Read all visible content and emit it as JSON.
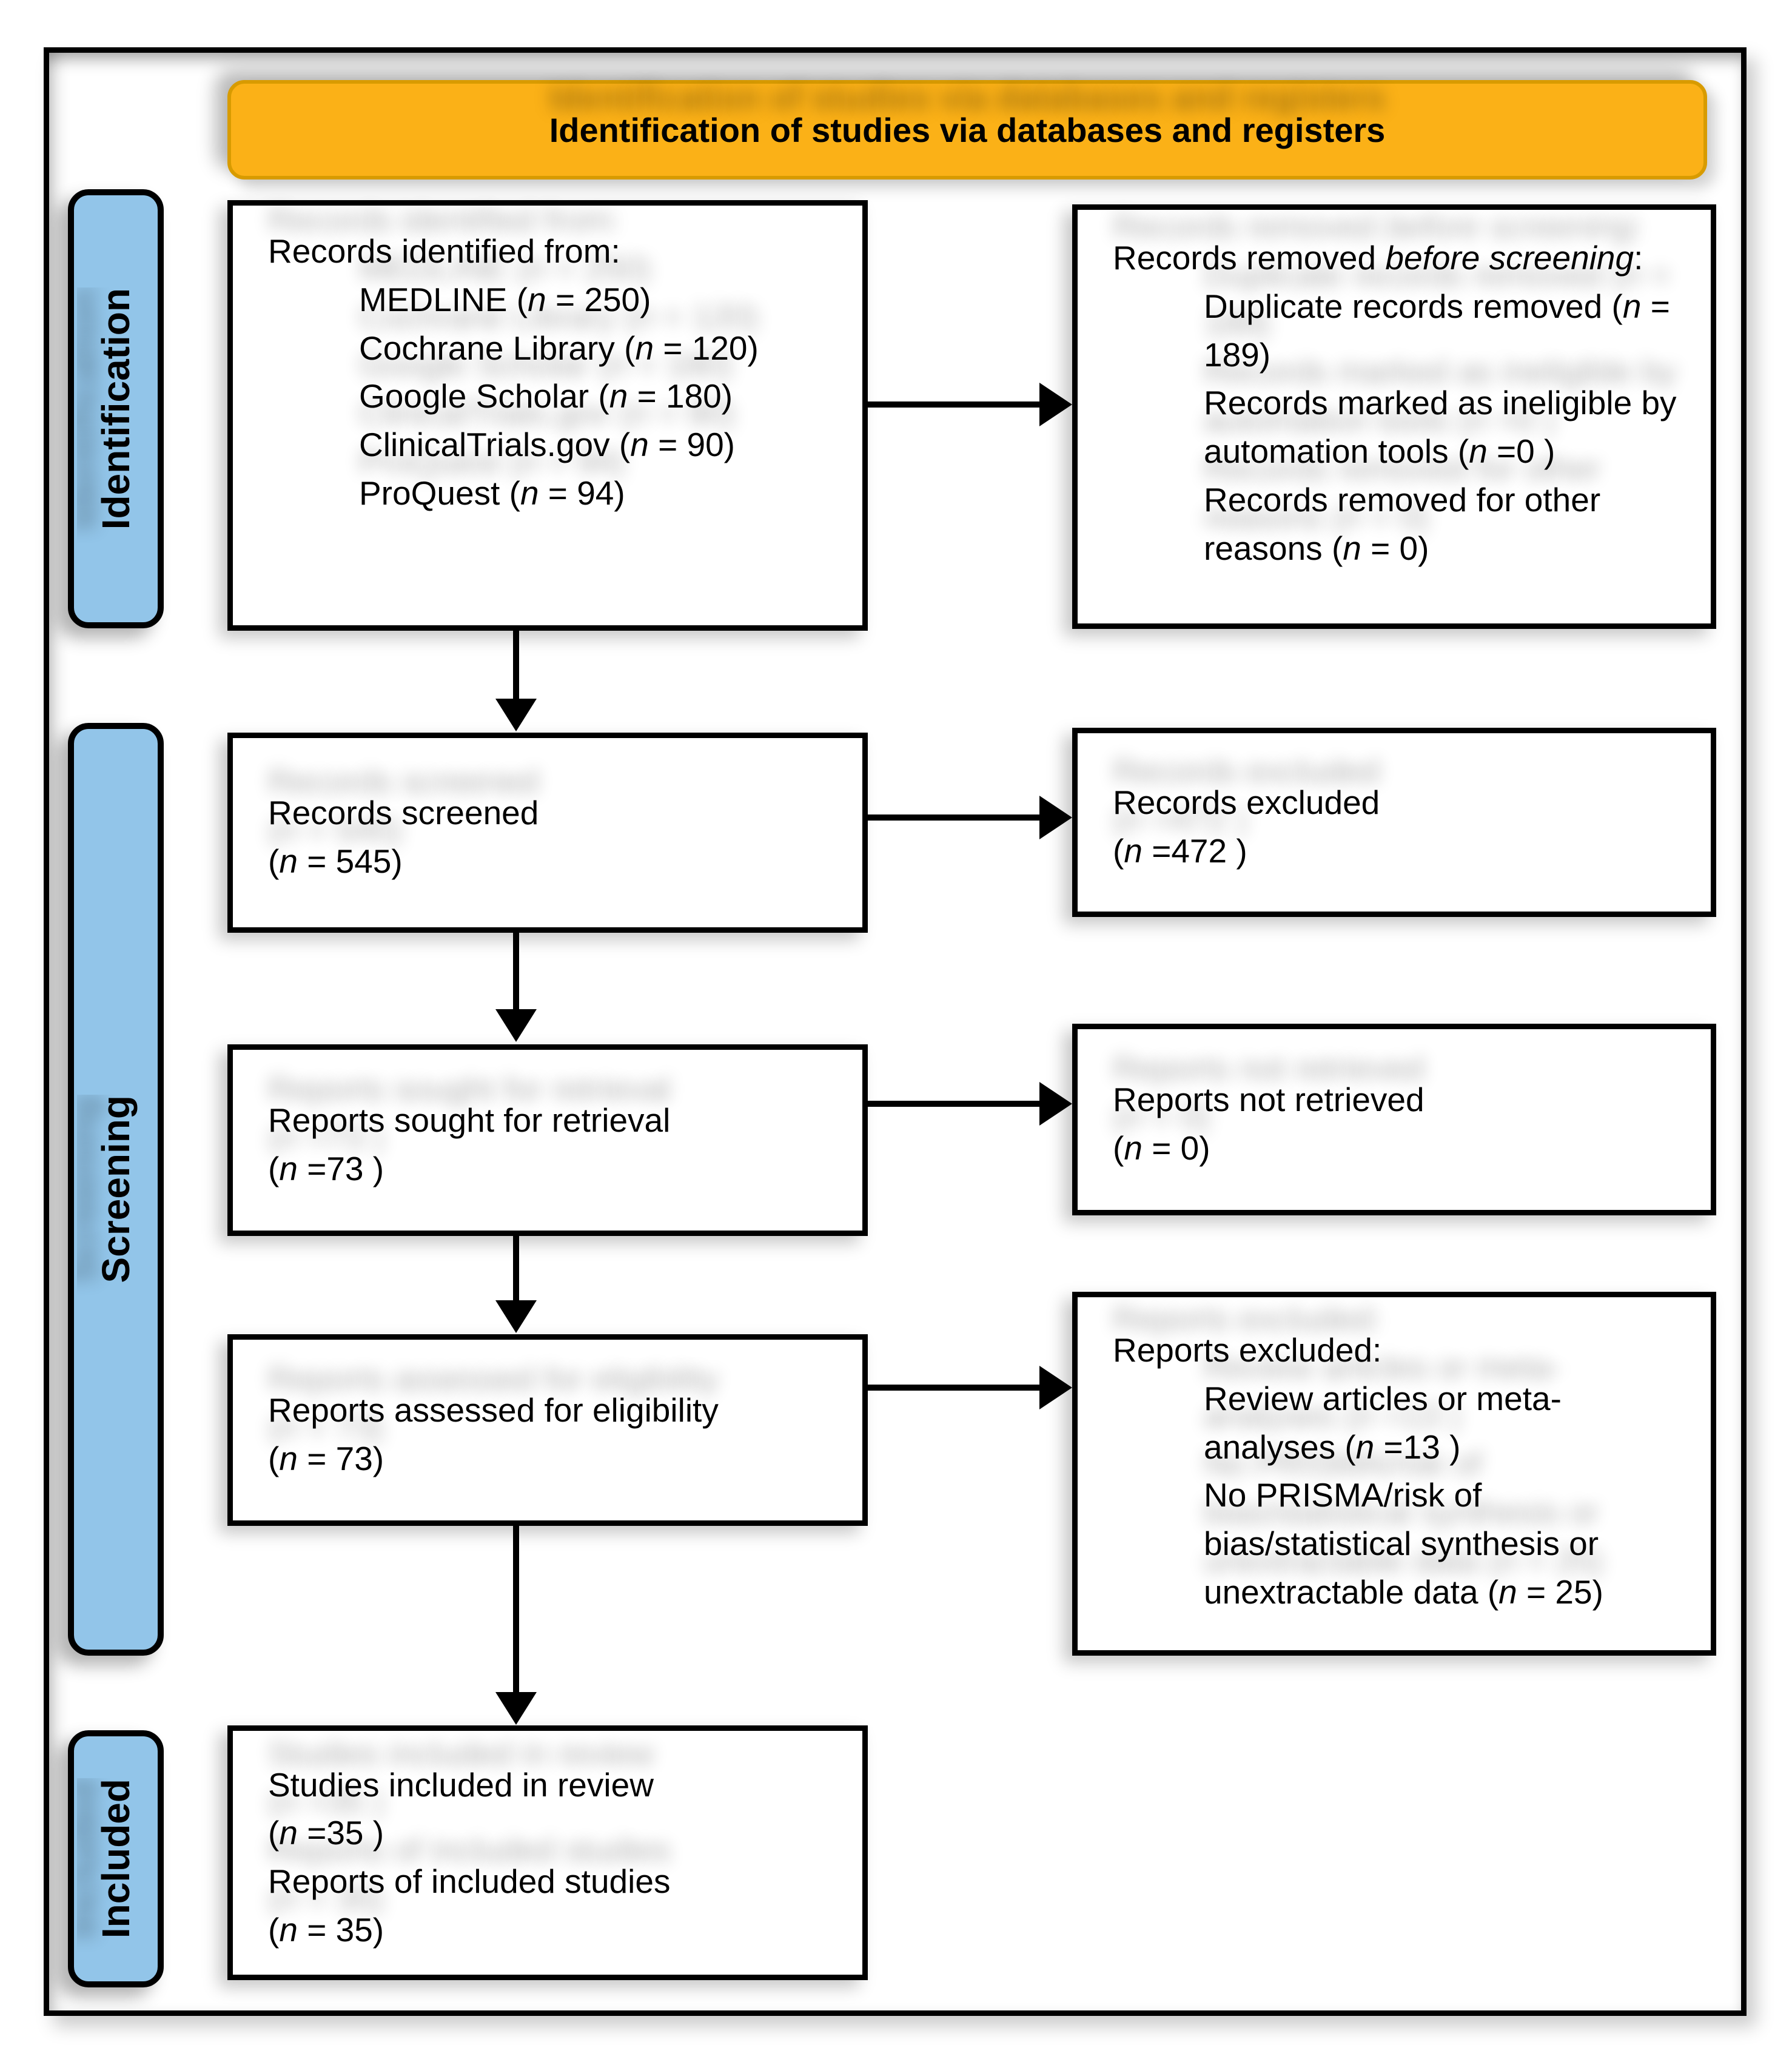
{
  "banner": {
    "title": "Identification of studies via databases and registers"
  },
  "stages": {
    "identification": "Identification",
    "screening": "Screening",
    "included": "Included"
  },
  "boxes": {
    "identified": {
      "lead": "Records identified from:",
      "items": [
        "MEDLINE (*n* = 250)",
        "Cochrane Library (*n* = 120)",
        "Google Scholar (*n* = 180)",
        "ClinicalTrials.gov (*n* = 90)",
        "ProQuest (*n* = 94)"
      ]
    },
    "removed": {
      "lead": "Records removed *before screening*:",
      "items": [
        "Duplicate records removed (*n* = 189)",
        "Records marked as ineligible by automation tools (*n* =0 )",
        "Records removed for other reasons (*n* = 0)"
      ]
    },
    "screened": {
      "lines": [
        "Records screened",
        "(*n* = 545)"
      ]
    },
    "records_excluded": {
      "lines": [
        "Records excluded",
        "(*n* =472 )"
      ]
    },
    "sought": {
      "lines": [
        "Reports sought for retrieval",
        "(*n* =73 )"
      ]
    },
    "not_retrieved": {
      "lines": [
        "Reports not retrieved",
        "(*n* = 0)"
      ]
    },
    "assessed": {
      "lines": [
        "Reports assessed for eligibility",
        "(*n* = 73)"
      ]
    },
    "reports_excluded": {
      "lead": "Reports excluded:",
      "items": [
        "Review articles or meta-analyses (*n* =13 )",
        "No PRISMA/risk of bias/statistical synthesis or unextractable data (*n* = 25)"
      ]
    },
    "included_studies": {
      "lines": [
        "Studies included in review",
        "(*n* =35 )",
        "Reports of included studies",
        "(*n* = 35)"
      ]
    }
  },
  "colors": {
    "banner_bg": "#FBB117",
    "banner_border": "#D89B00",
    "stage_bg": "#92C5E9",
    "ink": "#000000"
  }
}
